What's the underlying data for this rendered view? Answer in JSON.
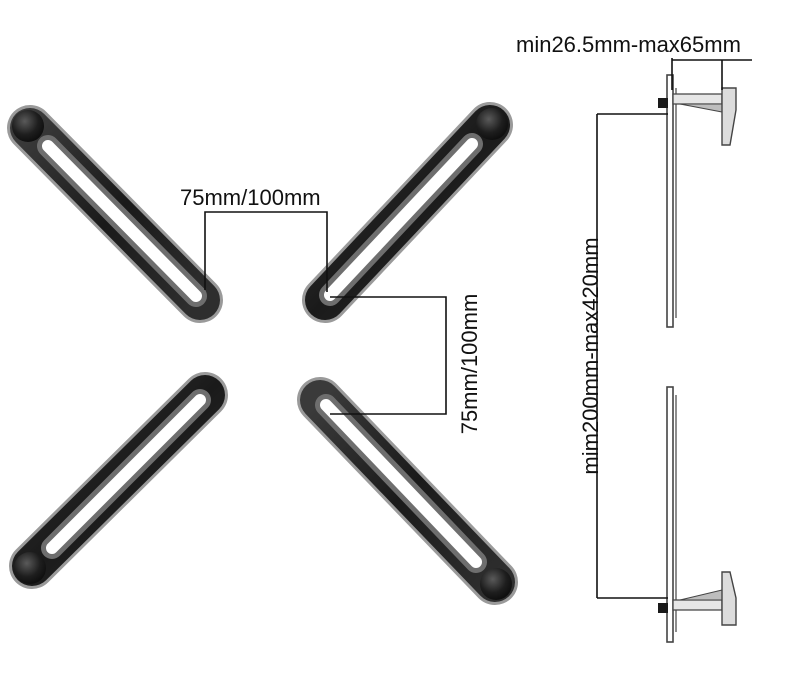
{
  "labels": {
    "hole_spacing_horizontal": "75mm/100mm",
    "hole_spacing_vertical": "75mm/100mm",
    "depth_range": "min26.5mm-max65mm",
    "height_range": "mim200mm-max420mm"
  },
  "colors": {
    "arm_fill": "#1c1c1c",
    "arm_edge": "#8e8e8e",
    "slot": "#ffffff",
    "dimension_line": "#111111",
    "side_profile": "#444444"
  }
}
